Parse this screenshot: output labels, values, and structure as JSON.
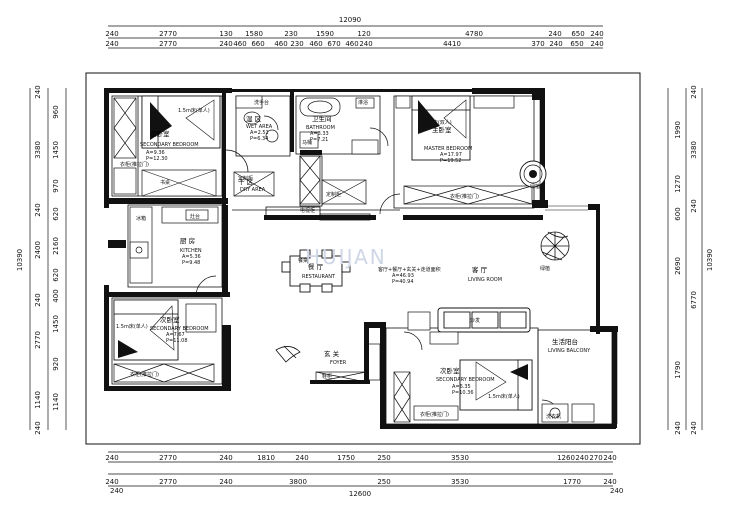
{
  "drawing": {
    "watermark": "HUIJAN",
    "overall_top": "12090",
    "overall_bottom": "12600",
    "overall_left": "10390",
    "overall_right": "10390",
    "top_row1": [
      "240",
      "2770",
      "130",
      "1580",
      "230",
      "1590",
      "120",
      "4780",
      "240",
      "650",
      "240"
    ],
    "top_row2": [
      "240",
      "2770",
      "240",
      "460",
      "660",
      "460",
      "230",
      "460",
      "670",
      "460",
      "240",
      "4410",
      "370",
      "240",
      "650",
      "240"
    ],
    "bottom_row1": [
      "240",
      "2770",
      "240",
      "1810",
      "240",
      "1750",
      "250",
      "3530",
      "1260",
      "240",
      "270",
      "240"
    ],
    "bottom_row2": [
      "240",
      "2770",
      "240",
      "3800",
      "250",
      "3530",
      "1770",
      "240"
    ],
    "left_outer": [
      "240",
      "3380",
      "240",
      "2400",
      "240",
      "2770",
      "1140",
      "240"
    ],
    "left_inner": [
      "960",
      "1450",
      "970",
      "620",
      "2160",
      "620",
      "400",
      "1450",
      "920",
      "1140"
    ],
    "right_outer": [
      "240",
      "3380",
      "240",
      "6770",
      "240"
    ],
    "right_inner": [
      "1990",
      "1270",
      "600",
      "2690",
      "1790",
      "240"
    ]
  },
  "rooms": {
    "secondary_bedroom_1": {
      "zh": "次卧室",
      "en": "SECONDARY BEDROOM",
      "area": "A=9.36",
      "perimeter": "P=12.30",
      "bed": "1.5m床(单人)"
    },
    "dry_area": {
      "zh": "干 区",
      "en": "DRY AREA"
    },
    "wet_area": {
      "zh": "湿 区",
      "en": "WET AREA",
      "area": "A=2.51",
      "perimeter": "P=6.34"
    },
    "bathroom": {
      "zh": "卫生间",
      "en": "BATHROOM",
      "area": "A=3.33",
      "perimeter": "P=7.21"
    },
    "master_bedroom": {
      "zh": "主卧室",
      "en": "MASTER BEDROOM",
      "area": "A=17.97",
      "perimeter": "P=19.52",
      "bed": "1.8m床(双人)"
    },
    "kitchen": {
      "zh": "厨 房",
      "en": "KITCHEN",
      "area": "A=5.36",
      "perimeter": "P=9.48"
    },
    "restaurant": {
      "zh": "餐 厅",
      "en": "RESTAURANT"
    },
    "living_room": {
      "zh": "客 厅",
      "en": "LIVING ROOM",
      "note1": "客厅+餐厅+玄关+走道面积",
      "area": "A=46.93",
      "perimeter": "P=40.94"
    },
    "secondary_bedroom_2": {
      "zh": "次卧室",
      "en": "SECONDARY BEDROOM",
      "area": "A=7.67",
      "perimeter": "P=11.08",
      "bed": "1.5m床(单人)"
    },
    "foyer": {
      "zh": "玄 关",
      "en": "FOYER"
    },
    "secondary_bedroom_3": {
      "zh": "次卧室",
      "en": "SECONDARY BEDROOM",
      "area": "A=6.35",
      "perimeter": "P=10.36",
      "bed": "1.5m床(单人)"
    },
    "living_balcony": {
      "zh": "生活阳台",
      "en": "LIVING BALCONY"
    }
  },
  "fixtures": {
    "wardrobe": "衣柜(推拉门)",
    "cabinet": "定制柜",
    "shoe_cabinet": "鞋柜",
    "sink": "洗手台",
    "toilet": "马桶",
    "shower": "淋浴",
    "fridge": "冰箱",
    "stove": "灶台",
    "tv_cabinet": "电视柜",
    "sofa": "沙发",
    "desk": "书桌",
    "washer": "洗衣机",
    "plant": "绿植",
    "dining_table": "餐桌"
  }
}
